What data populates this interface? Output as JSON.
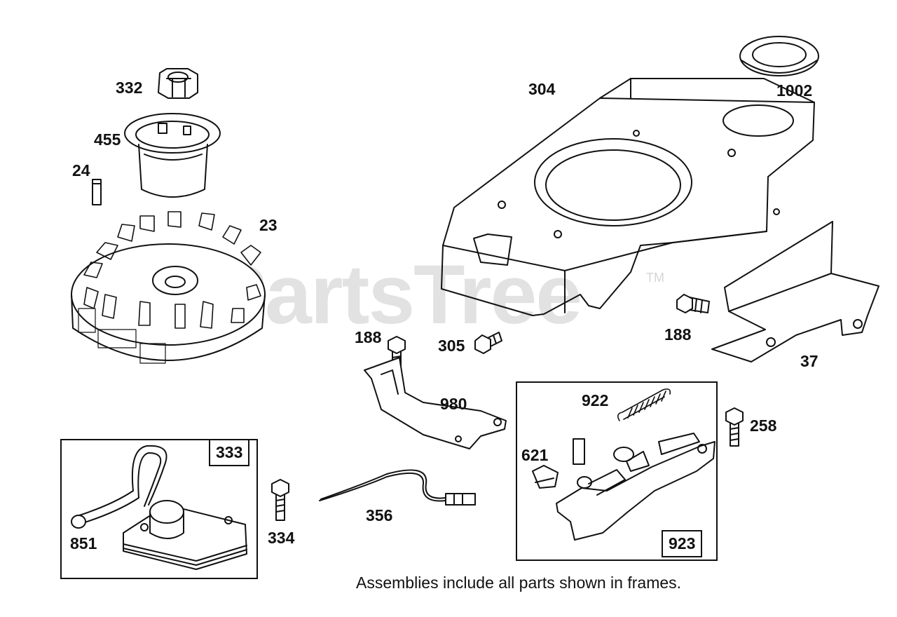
{
  "watermark": {
    "text": "PartsTree",
    "tm": "TM"
  },
  "note": "Assemblies include all parts shown in frames.",
  "parts": {
    "p332": "332",
    "p455": "455",
    "p24": "24",
    "p23": "23",
    "p304": "304",
    "p1002": "1002",
    "p188a": "188",
    "p305": "305",
    "p188b": "188",
    "p37": "37",
    "p980": "980",
    "p922": "922",
    "p258": "258",
    "p621": "621",
    "p923": "923",
    "p333": "333",
    "p851": "851",
    "p334": "334",
    "p356": "356"
  }
}
